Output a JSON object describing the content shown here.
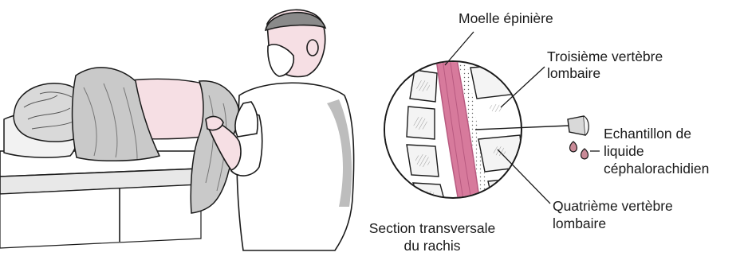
{
  "labels": {
    "spinal_cord": "Moelle épinière",
    "third_vertebra_line1": "Troisième vertèbre",
    "third_vertebra_line2": "lombaire",
    "sample_line1": "Echantillon de",
    "sample_line2": "liquide",
    "sample_line3": "céphalorachidien",
    "fourth_vertebra_line1": "Quatrième vertèbre",
    "fourth_vertebra_line2": "lombaire",
    "section_line1": "Section transversale",
    "section_line2": "du rachis"
  },
  "colors": {
    "outline": "#1a1a1a",
    "skin": "#f6dfe4",
    "cord": "#d77a9c",
    "cord_dark": "#b85a80",
    "fluid": "#c98a97",
    "bone": "#f4f4f4",
    "shade": "#8a8a8a"
  }
}
